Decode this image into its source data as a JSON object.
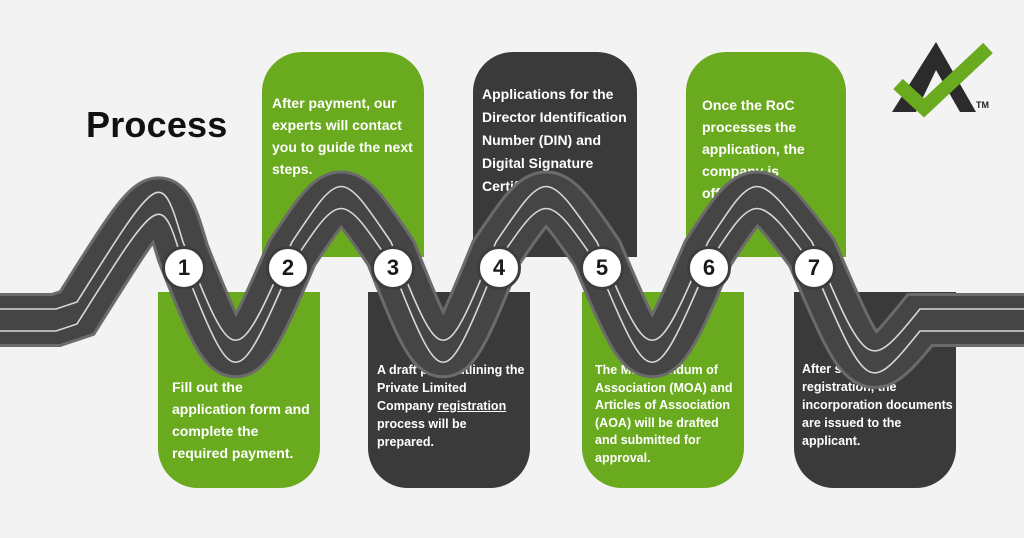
{
  "title": "Process",
  "colors": {
    "green": "#6aaa1e",
    "dark": "#3a3a3a",
    "road": "#454545",
    "road_edge": "#6b6b6b",
    "lane": "#d8d8d8"
  },
  "logo": {
    "icon": "checkmark-triangle-logo",
    "trademark": "TM"
  },
  "steps": [
    {
      "number": "1",
      "text": "Fill out the application form and complete the required payment."
    },
    {
      "number": "2",
      "text": "After payment, our experts will contact you to guide the next steps."
    },
    {
      "number": "3",
      "text_before": "A draft plan outlining the Private Limited Company ",
      "link": "registration",
      "text_after": " process will be prepared."
    },
    {
      "number": "4",
      "text": "Applications for the Director Identification Number (DIN) and Digital Signature Certificate"
    },
    {
      "number": "5",
      "text": "The Memorandum of Association (MOA) and Articles of Association (AOA) will be drafted and submitted for approval."
    },
    {
      "number": "6",
      "text": "Once the RoC processes the application, the company is officially registered"
    },
    {
      "number": "7",
      "text": "After successful registration, the incorporation documents are issued to the applicant."
    }
  ]
}
